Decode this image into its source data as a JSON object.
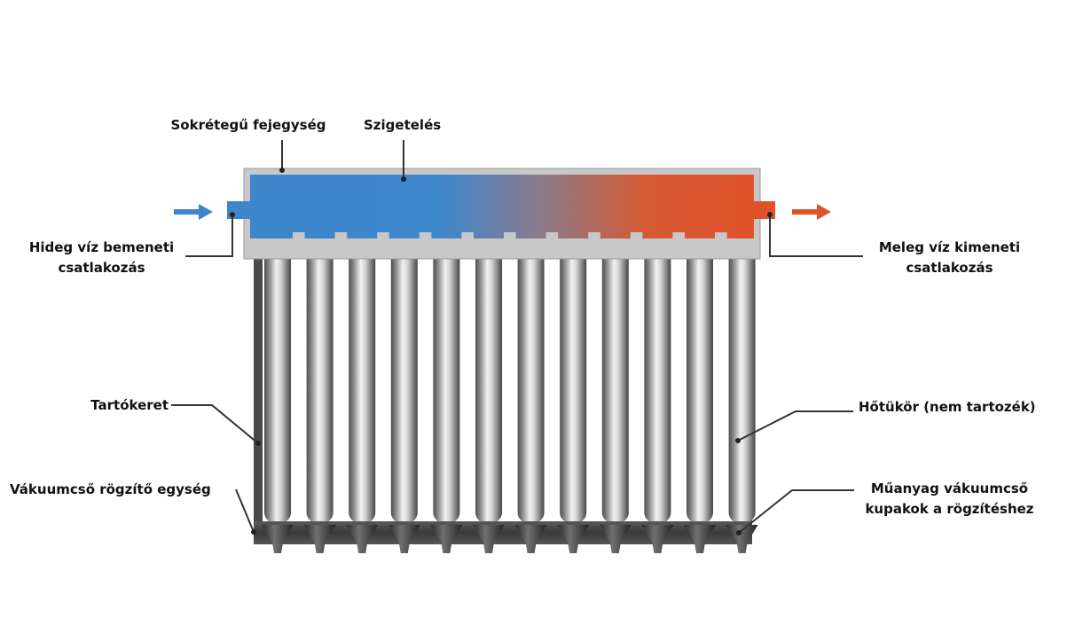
{
  "labels": {
    "manifold": "Sokrétegű fejegység",
    "insulation": "Szigetelés",
    "cold_inlet_line1": "Hideg víz bemeneti",
    "cold_inlet_line2": "csatlakozás",
    "hot_outlet_line1": "Meleg víz kimeneti",
    "hot_outlet_line2": "csatlakozás",
    "frame": "Tartókeret",
    "reflector": "Hőtükör (nem tartozék)",
    "tube_holder": "Vákuumcső rögzítő egység",
    "caps_line1": "Műanyag vákuumcső",
    "caps_line2": "kupakok a rögzítéshez"
  },
  "colors": {
    "cold": "#3d86cc",
    "hot": "#e0522a",
    "housing": "#c8c8c8",
    "frame": "#4a4a4a",
    "leader": "#333333"
  },
  "icons": {
    "inlet_arrow": "arrow-right-icon",
    "outlet_arrow": "arrow-right-icon"
  },
  "tube_count": 12
}
